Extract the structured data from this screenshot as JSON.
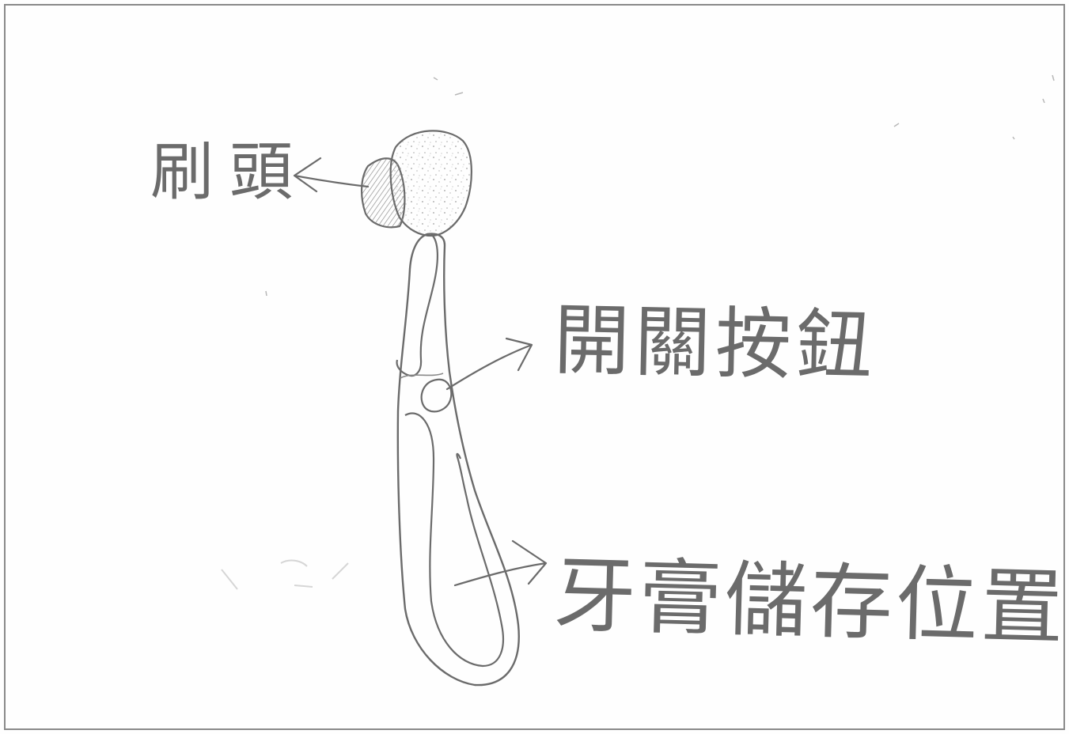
{
  "diagram": {
    "labels": {
      "brush_head": "刷頭",
      "switch_button": "開關按鈕",
      "toothpaste_storage": "牙膏儲存位置"
    },
    "colors": {
      "paper": "#fefefe",
      "pencil": "#6b6b6b",
      "shading": "#9a9a9a",
      "border": "#8a8a8a"
    }
  }
}
